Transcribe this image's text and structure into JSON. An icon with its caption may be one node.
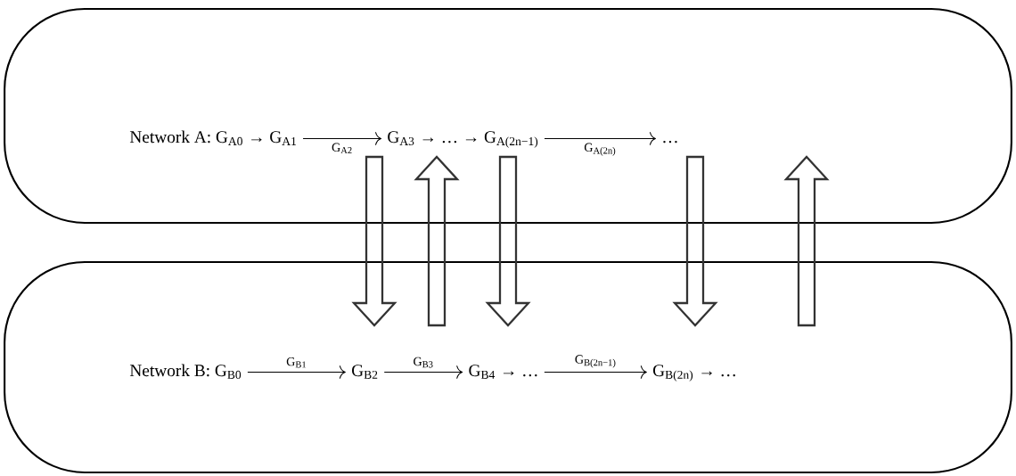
{
  "diagram": {
    "nodes": [
      {
        "text": [
          "Network A: G$_{A0}$ → G$_{A1}$",
          "G$_{A2}$",
          "G$_{A3}$ → … → G$_{A(2n−1)}$",
          "G$_{A(2n)}$",
          "…"
        ]
      },
      {
        "text": [
          "Network B: G$_{B0}$",
          "G$_{B1}$",
          "G$_{B2}$",
          "G$_{B3}$",
          "G$_{B4}$ → …",
          "G$_{B(2n−1)}$",
          "G$_{B(2n)}$ → …"
        ]
      }
    ],
    "edges": [
      {
        "from": 0,
        "to": 1,
        "arrow": "to"
      },
      {
        "from": 1,
        "to": 0,
        "arrow": "to"
      },
      {
        "from": 0,
        "to": 1,
        "arrow": "to"
      },
      {
        "from": 0,
        "to": 1,
        "arrow": "to"
      },
      {
        "from": 1,
        "to": 0,
        "arrow": "to"
      }
    ]
  }
}
